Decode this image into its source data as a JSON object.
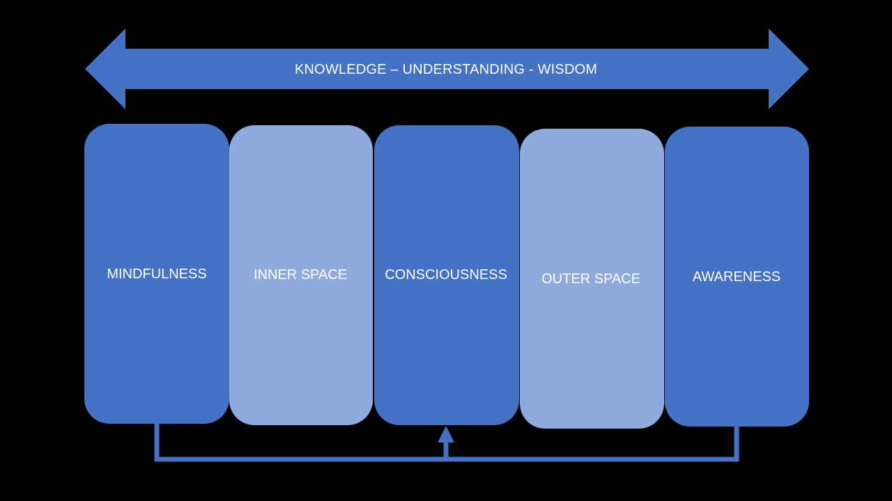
{
  "banner": {
    "label": "KNOWLEDGE – UNDERSTANDING - WISDOM"
  },
  "boxes": [
    {
      "label": "MINDFULNESS",
      "tone": "dark"
    },
    {
      "label": "INNER SPACE",
      "tone": "light"
    },
    {
      "label": "CONSCIOUSNESS",
      "tone": "dark"
    },
    {
      "label": "OUTER SPACE",
      "tone": "light"
    },
    {
      "label": "AWARENESS",
      "tone": "dark"
    }
  ],
  "colors": {
    "background": "#000000",
    "dark_blue": "#4472c4",
    "light_blue": "#8faadc",
    "text": "#ffffff"
  }
}
